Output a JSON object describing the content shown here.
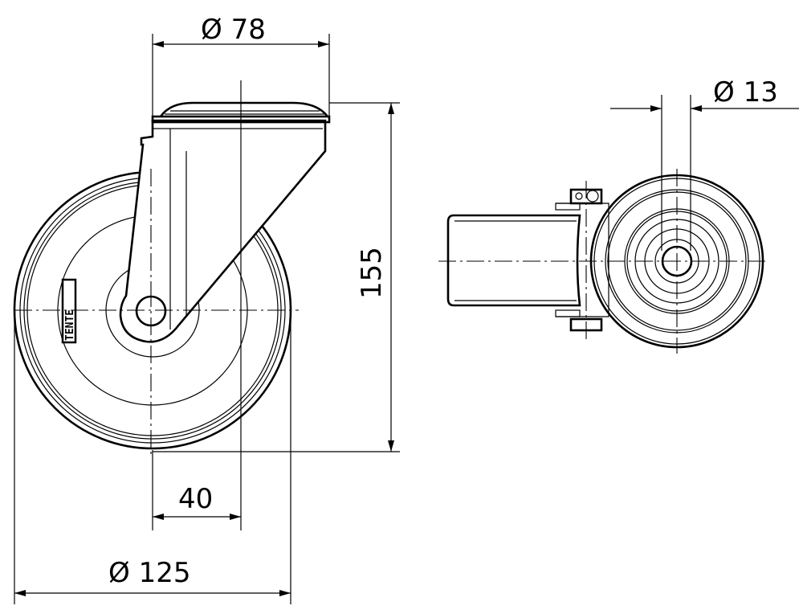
{
  "drawing": {
    "logo_text": "TENTE",
    "colors": {
      "line": "#000000",
      "background": "#ffffff"
    },
    "dimensions": {
      "plate_diameter": "Ø 78",
      "overall_height": "155",
      "swivel_offset": "40",
      "wheel_diameter": "Ø 125",
      "bore_diameter": "Ø 13"
    }
  }
}
